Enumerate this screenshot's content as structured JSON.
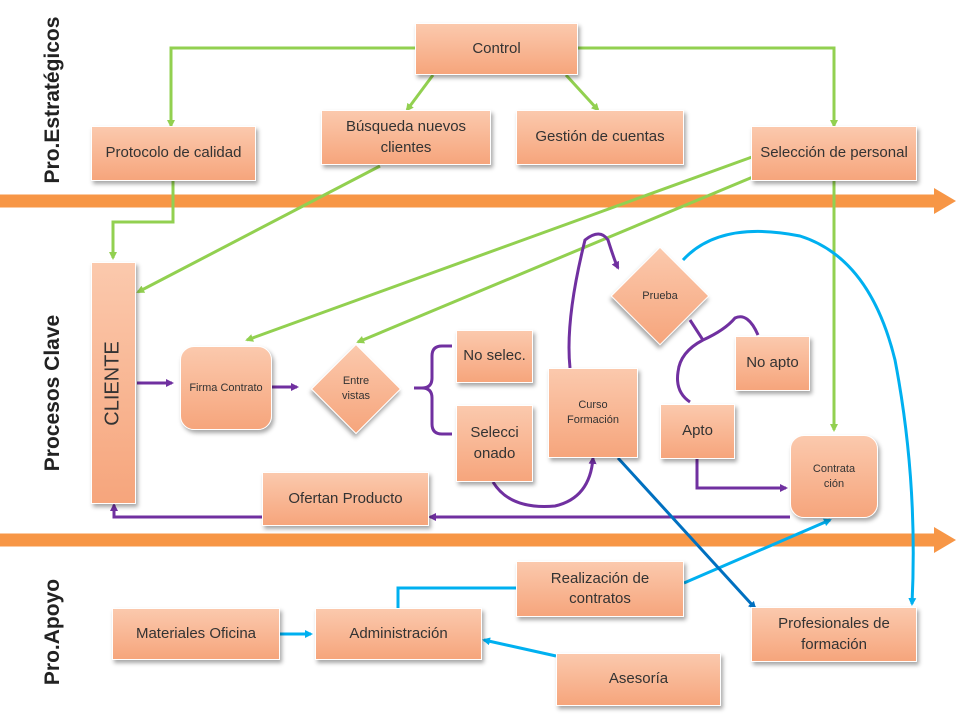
{
  "lanes": {
    "strategic": "Pro.Estratégicos",
    "core": "Procesos Clave",
    "support": "Pro.Apoyo"
  },
  "nodes": {
    "control": "Control",
    "protocolo": "Protocolo de calidad",
    "busqueda": "Búsqueda nuevos clientes",
    "gestion": "Gestión de cuentas",
    "seleccion": "Selección de personal",
    "cliente": "CLIENTE",
    "firma": "Firma Contrato",
    "entrevistas": "Entre vistas",
    "no_selec": "No selec.",
    "seleccionado": "Selecci onado",
    "curso": "Curso Formación",
    "prueba": "Prueba",
    "no_apto": "No apto",
    "apto": "Apto",
    "contratacion": "Contrata ción",
    "ofertan": "Ofertan Producto",
    "realizacion": "Realización de contratos",
    "materiales": "Materiales Oficina",
    "administracion": "Administración",
    "profesionales": "Profesionales de formación",
    "asesoria": "Asesoría"
  },
  "colors": {
    "band": "#f79646",
    "green_arrow": "#92d050",
    "purple_arrow": "#7030a0",
    "blue_arrow": "#00b0f0",
    "dark_blue_arrow": "#0070c0",
    "box_fill": "#f8b493"
  }
}
